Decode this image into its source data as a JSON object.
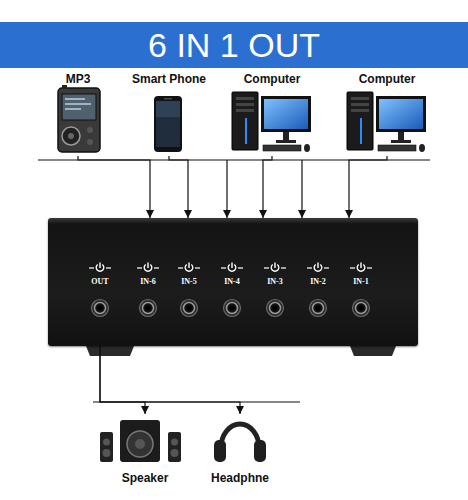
{
  "diagram": {
    "title": "6 IN 1 OUT",
    "nodes": [
      {
        "text": [
          "MP3"
        ]
      },
      {
        "text": [
          "Smart Phone"
        ]
      },
      {
        "text": [
          "Computer"
        ]
      },
      {
        "text": [
          "Computer"
        ]
      },
      {
        "text": [
          "OUT",
          "IN-6",
          "IN-5",
          "IN-4",
          "IN-3",
          "IN-2",
          "IN-1"
        ]
      },
      {
        "text": [
          "Speaker"
        ]
      },
      {
        "text": [
          "Headphne"
        ]
      }
    ],
    "edges": [
      {
        "from": 0,
        "to": 4,
        "arrow": "to"
      },
      {
        "from": 1,
        "to": 4,
        "arrow": "to"
      },
      {
        "from": 2,
        "to": 4,
        "arrow": "to"
      },
      {
        "from": 3,
        "to": 4,
        "arrow": "to"
      },
      {
        "from": 4,
        "to": 5,
        "arrow": "to"
      },
      {
        "from": 4,
        "to": 6,
        "arrow": "to"
      }
    ]
  }
}
